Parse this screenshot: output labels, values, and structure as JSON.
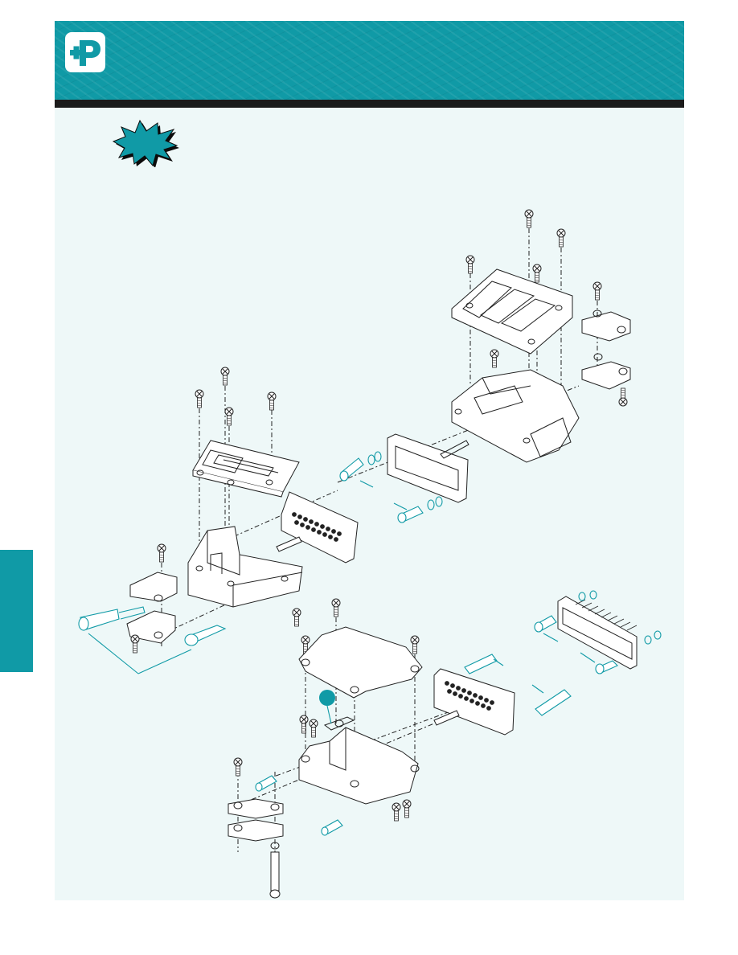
{
  "brand": {
    "accent_color": "#109aa6",
    "header_rule_color": "#1b1b1b",
    "canvas_color": "#eef8f8"
  },
  "icons": [
    "brand-logo-icon",
    "new-starburst-icon"
  ],
  "drawing": {
    "assemblies": [
      "assembly-left",
      "assembly-top-right",
      "assembly-bottom",
      "connector-right"
    ]
  }
}
